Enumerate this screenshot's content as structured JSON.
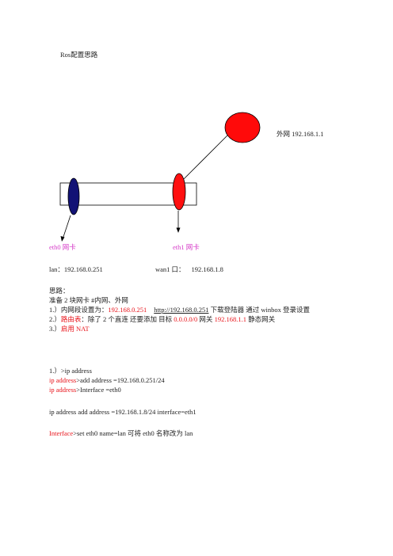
{
  "page": {
    "title": "Ros配置思路"
  },
  "diagram": {
    "external_label": "外网 192.168.1.1",
    "eth0_label": "eth0  网卡",
    "eth1_label": "eth1 网卡",
    "colors": {
      "router": "#ff0a0a",
      "eth0": "#121275",
      "eth1": "#ff1010",
      "label": "#d63cc8"
    }
  },
  "addresses": {
    "lan_prefix": "lan：",
    "lan_ip": "192.168.0.251",
    "wan_prefix": "wan1 口：",
    "wan_ip": "192.168.1.8"
  },
  "steps": {
    "heading": "思路：",
    "prep": "准备 2 块网卡  #内网、外网",
    "s1_prefix": "1.）内网段设置为：",
    "s1_ip": "192.168.0.251",
    "s1_link": "http://192.168.0.251",
    "s1_suffix": " 下载登陆器  通过 winbox 登录设置",
    "s2_num": "2.）",
    "s2_route": "路由表",
    "s2_mid": "：除了 2 个直连  还要添加  目标 ",
    "s2_dst": "0.0.0.0/0",
    "s2_gw_label": "  网关  ",
    "s2_gw": "192.168.1.1",
    "s2_tail": "  静态网关",
    "s3_num": "3.）",
    "s3_text": "启用 NAT"
  },
  "commands": {
    "c1_prefix": "1.）",
    "c1_text": ">ip address",
    "c2_red": "ip address",
    "c2_rest": ">add address =192.168.0.251/24",
    "c3_red": "ip address",
    "c3_rest": ">Interface =eth0",
    "c4": "ip address add address =192.168.1.8/24 interface=eth1",
    "c5_red": "Interface",
    "c5_rest": ">set eth0 name=lan  可将 eth0 名称改为 lan"
  }
}
